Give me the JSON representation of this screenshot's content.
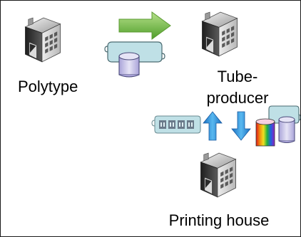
{
  "nodes": {
    "polytype": {
      "label": "Polytype",
      "icon": "factory-icon"
    },
    "tube_producer": {
      "label_line1": "Tube-",
      "label_line2": "producer",
      "icon": "factory-icon"
    },
    "printing_house": {
      "label": "Printing house",
      "icon": "factory-icon"
    }
  },
  "flows": {
    "polytype_to_tube": {
      "icon": "green-right-arrow-icon"
    },
    "data_scroll": {
      "icon": "scroll-with-database-icon"
    },
    "upload": {
      "icon": "blue-up-arrow-icon"
    },
    "download": {
      "icon": "blue-down-arrow-icon"
    },
    "proof_scroll": {
      "icon": "scroll-with-barcode-icon"
    },
    "color_data": {
      "icon": "color-spectrum-cylinder-icon"
    },
    "color_scroll": {
      "icon": "scroll-with-database-icon"
    }
  },
  "colors": {
    "factory_dark": "#3a3a3a",
    "factory_mid": "#7a7a7a",
    "factory_light": "#d8d8d8",
    "arrow_green": "#6fbf3a",
    "arrow_blue": "#2a8fd8",
    "scroll_fill": "#bfe0e6",
    "database_fill": "#c8c4e6"
  }
}
